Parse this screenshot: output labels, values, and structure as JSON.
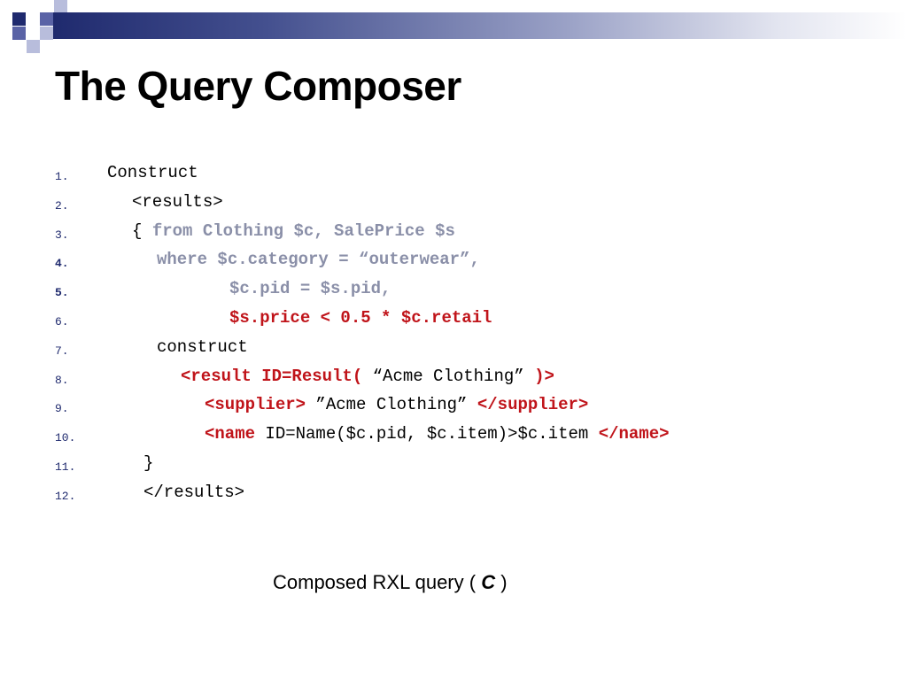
{
  "slide": {
    "title": "The Query Composer",
    "caption": {
      "before": "Composed RXL query ( ",
      "variable": "C",
      "after": " )"
    }
  },
  "colors": {
    "accent_navy": "#1f2a6e",
    "accent_blue": "#5a63a6",
    "light_blue": "#b8bddc",
    "code_gray": "#8a8fa8",
    "code_red": "#c0141a"
  },
  "code_lines": [
    {
      "num": "1.",
      "bold": false,
      "segments": [
        {
          "text": "Construct",
          "style": "plain"
        }
      ]
    },
    {
      "num": "2.",
      "bold": false,
      "segments": [
        {
          "text": "<results>",
          "style": "plain"
        }
      ]
    },
    {
      "num": "3.",
      "bold": false,
      "segments": [
        {
          "text": "{ ",
          "style": "plain"
        },
        {
          "text": "from Clothing $c, SalePrice $s",
          "style": "gray"
        }
      ]
    },
    {
      "num": "4.",
      "bold": true,
      "segments": [
        {
          "text": "where $c.category = “outerwear”,",
          "style": "gray"
        }
      ]
    },
    {
      "num": "5.",
      "bold": true,
      "segments": [
        {
          "text": "$c.pid = $s.pid,",
          "style": "gray"
        }
      ]
    },
    {
      "num": "6.",
      "bold": false,
      "segments": [
        {
          "text": "$s.price < 0.5 * $c.retail",
          "style": "red"
        }
      ]
    },
    {
      "num": "7.",
      "bold": false,
      "segments": [
        {
          "text": "construct",
          "style": "plain"
        }
      ]
    },
    {
      "num": "8.",
      "bold": false,
      "segments": [
        {
          "text": "<result ID=Result(",
          "style": "red"
        },
        {
          "text": " “Acme Clothing” ",
          "style": "plain"
        },
        {
          "text": ")>",
          "style": "red"
        }
      ]
    },
    {
      "num": "9.",
      "bold": false,
      "segments": [
        {
          "text": "<supplier>",
          "style": "red"
        },
        {
          "text": " ”Acme Clothing” ",
          "style": "plain"
        },
        {
          "text": "</supplier>",
          "style": "red"
        }
      ]
    },
    {
      "num": "10.",
      "bold": false,
      "segments": [
        {
          "text": "<name",
          "style": "red"
        },
        {
          "text": " ID=Name($c.pid, $c.item)>$c.item ",
          "style": "plain"
        },
        {
          "text": "</name>",
          "style": "red"
        }
      ]
    },
    {
      "num": "11.",
      "bold": false,
      "segments": [
        {
          "text": "}",
          "style": "plain"
        }
      ]
    },
    {
      "num": "12.",
      "bold": false,
      "segments": [
        {
          "text": "</results>",
          "style": "plain"
        }
      ]
    }
  ]
}
